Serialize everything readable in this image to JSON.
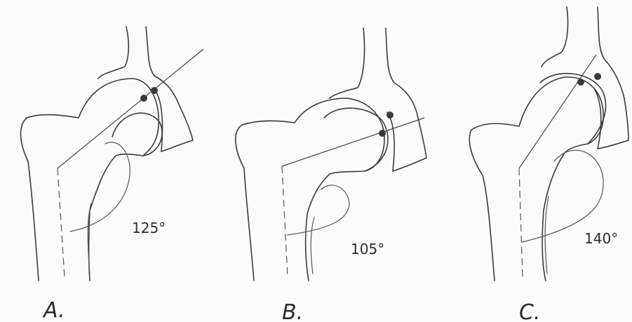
{
  "panels": [
    {
      "letter": "A.",
      "angle": "125°"
    },
    {
      "letter": "B.",
      "angle": "105°"
    },
    {
      "letter": "C.",
      "angle": "140°"
    }
  ],
  "colors": {
    "ink": "#3a3a3a",
    "paper": "#fbfbfa"
  }
}
